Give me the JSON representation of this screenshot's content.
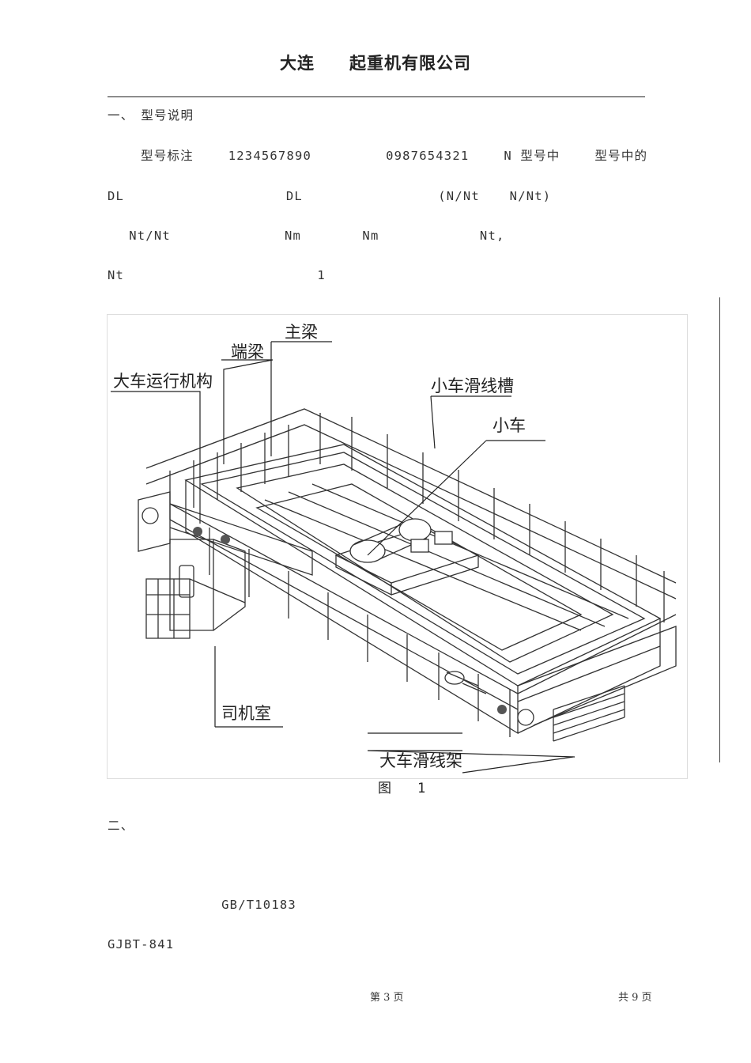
{
  "header": {
    "title": "大连　　起重机有限公司"
  },
  "body_lines": [
    "一、　型号说明",
    "型号标注　　 1234567890　　　　　 0987654321　　 N 型号中　　 型号中的",
    "DL 　　　　　　　　　　　 DL 　　　　　　　　　 (N/Nt 　 N/Nt)　　　",
    "　 Nt/Nt　　　　　　　　 Nm　　　　 Nm　　　　　　　 Nt,　　　",
    "Nt　　　　　　　　　　　　　　 1　"
  ],
  "figure": {
    "labels": {
      "main_girder": "主梁",
      "end_beam": "端梁",
      "crane_travel": "大车运行机构",
      "trolley_trough": "小车滑线槽",
      "trolley": "小车",
      "cabin": "司机室",
      "crane_conductor": "大车滑线架"
    },
    "caption": "图　1"
  },
  "section2": {
    "heading": "二、　　　　　　　　　　　　",
    "line1": "　　　　　　　　　　　　　　　　　　　　　　　　　　　　　　　",
    "line2": "　　　　　　　　 GB/T10183 　　　　　　　　　　　　　　　　　　　",
    "line3": "GJBT-841 　　　　　　　　　　　　"
  },
  "footer": {
    "page": "第 3 页",
    "total": "共 9 页"
  }
}
